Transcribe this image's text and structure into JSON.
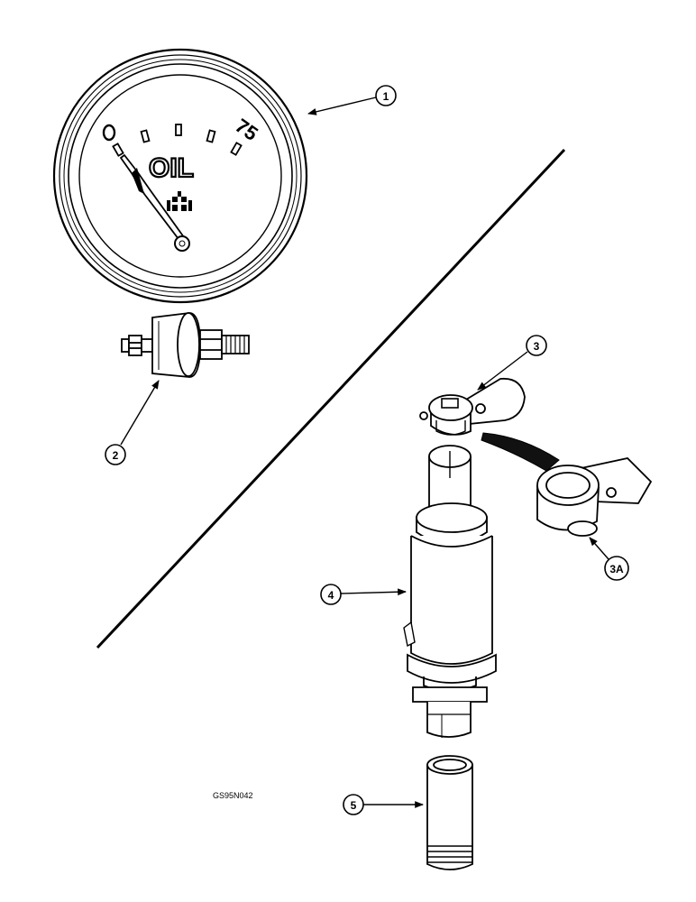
{
  "diagram": {
    "figure_id": "GS95N042",
    "gauge": {
      "scale_min": "0",
      "scale_max": "75",
      "label": "OIL",
      "logo": "IH"
    },
    "callouts": [
      {
        "id": "1",
        "part": "oil-pressure-gauge"
      },
      {
        "id": "2",
        "part": "oil-pressure-switch"
      },
      {
        "id": "3",
        "part": "breather-cap"
      },
      {
        "id": "3A",
        "part": "breather-cap-alternate"
      },
      {
        "id": "4",
        "part": "oil-filler-breather"
      },
      {
        "id": "5",
        "part": "pipe-nipple"
      }
    ]
  },
  "colors": {
    "ink": "#000000",
    "paper": "#ffffff",
    "shade": "#222222"
  }
}
